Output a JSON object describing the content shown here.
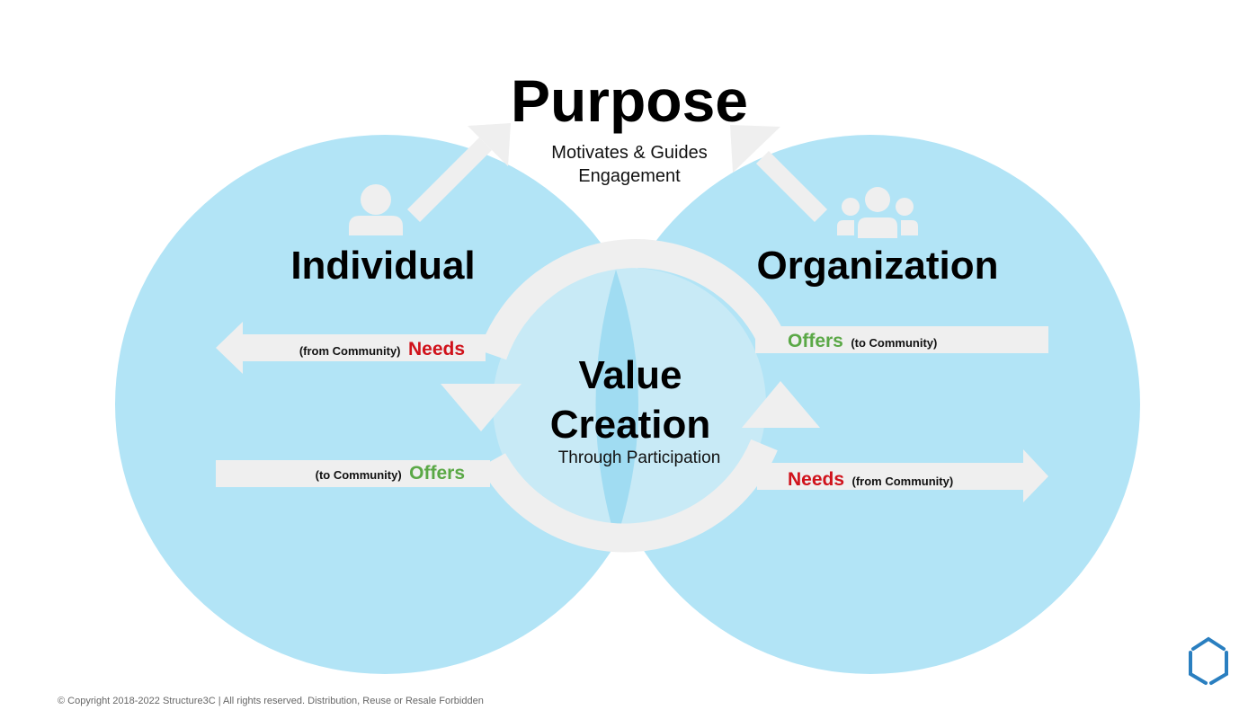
{
  "title": "Purpose",
  "subtitle_line1": "Motivates & Guides",
  "subtitle_line2": "Engagement",
  "left": {
    "label": "Individual",
    "needs_prefix": "(from Community)",
    "needs": "Needs",
    "offers_prefix": "(to Community)",
    "offers": "Offers"
  },
  "right": {
    "label": "Organization",
    "offers": "Offers",
    "offers_suffix": "(to Community)",
    "needs": "Needs",
    "needs_suffix": "(from Community)"
  },
  "center": {
    "line1": "Value",
    "line2": "Creation",
    "line3": "Through Participation"
  },
  "footer": "© Copyright 2018-2022 Structure3C | All rights reserved. Distribution, Reuse or Resale Forbidden",
  "colors": {
    "circle": "#b2e4f6",
    "inner": "#c8eaf6",
    "lens": "#a0dcf2",
    "arrow": "#efefef",
    "needs": "#d0121b",
    "offers": "#5aa846",
    "logo": "#2a7fc0"
  }
}
